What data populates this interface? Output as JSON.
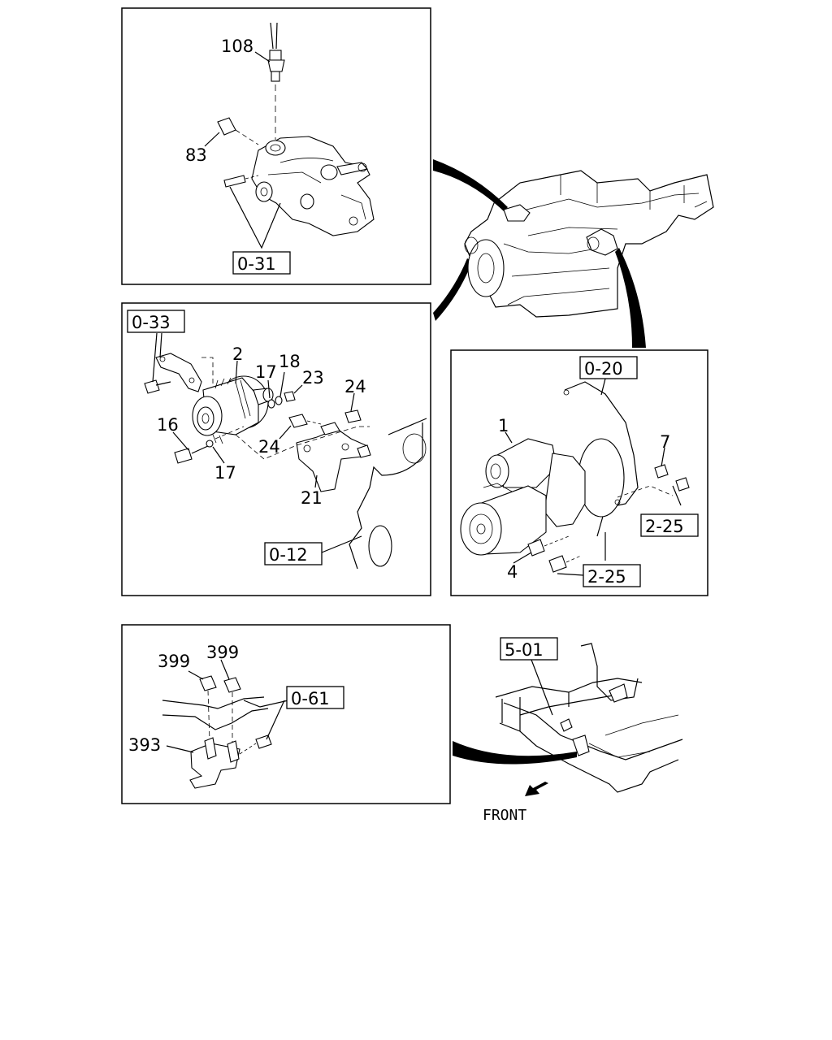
{
  "panels": {
    "top": {
      "callouts": [
        "108",
        "83"
      ],
      "ref_box": "0-31"
    },
    "middle_left": {
      "ref_box_top": "0-33",
      "callouts": [
        "2",
        "17",
        "18",
        "23",
        "24",
        "16",
        "24",
        "17",
        "21"
      ],
      "ref_box_bottom": "0-12"
    },
    "middle_right": {
      "ref_box_top": "0-20",
      "callouts": [
        "1",
        "7",
        "4"
      ],
      "ref_box_right": "2-25",
      "ref_box_bottom": "2-25"
    },
    "bottom": {
      "callouts": [
        "399",
        "399",
        "393"
      ],
      "ref_box": "0-61"
    }
  },
  "frame_ref_box": "5-01",
  "front_label": "FRONT",
  "icons": {
    "front_arrow": "arrow-down-left-icon"
  }
}
